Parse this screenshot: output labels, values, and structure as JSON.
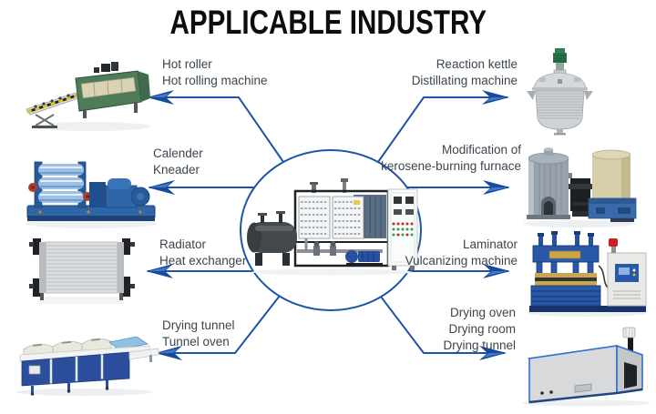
{
  "title": "APPLICABLE INDUSTRY",
  "colors": {
    "accent_line": "#1d54a6",
    "arrow_fill": "#164a9c",
    "arrow_streak": "#4377c9",
    "label_text": "#3b454e",
    "title_text": "#0d0d0d",
    "background": "#ffffff"
  },
  "center": {
    "icon": "thermal-oil-heater-icon"
  },
  "items": [
    {
      "id": "hot-roller",
      "side": "left",
      "icon": "hot-rolling-machine-icon",
      "lines": [
        "Hot roller",
        "Hot rolling machine"
      ]
    },
    {
      "id": "calender",
      "side": "left",
      "icon": "calender-machine-icon",
      "lines": [
        "Calender",
        "Kneader"
      ]
    },
    {
      "id": "radiator",
      "side": "left",
      "icon": "radiator-icon",
      "lines": [
        "Radiator",
        "Heat exchanger"
      ]
    },
    {
      "id": "drying-tunnel",
      "side": "left",
      "icon": "tunnel-oven-icon",
      "lines": [
        "Drying tunnel",
        "Tunnel oven"
      ]
    },
    {
      "id": "reaction-kettle",
      "side": "right",
      "icon": "reaction-kettle-icon",
      "lines": [
        "Reaction kettle",
        "Distillating machine"
      ]
    },
    {
      "id": "kerosene-furnace",
      "side": "right",
      "icon": "kerosene-furnace-icon",
      "lines": [
        "Modification of",
        "kerosene-burning furnace"
      ]
    },
    {
      "id": "laminator",
      "side": "right",
      "icon": "vulcanizing-machine-icon",
      "lines": [
        "Laminator",
        "Vulcanizing machine"
      ]
    },
    {
      "id": "drying-oven",
      "side": "right",
      "icon": "drying-oven-icon",
      "lines": [
        "Drying oven",
        "Drying room",
        "Drying tunnel"
      ]
    }
  ]
}
